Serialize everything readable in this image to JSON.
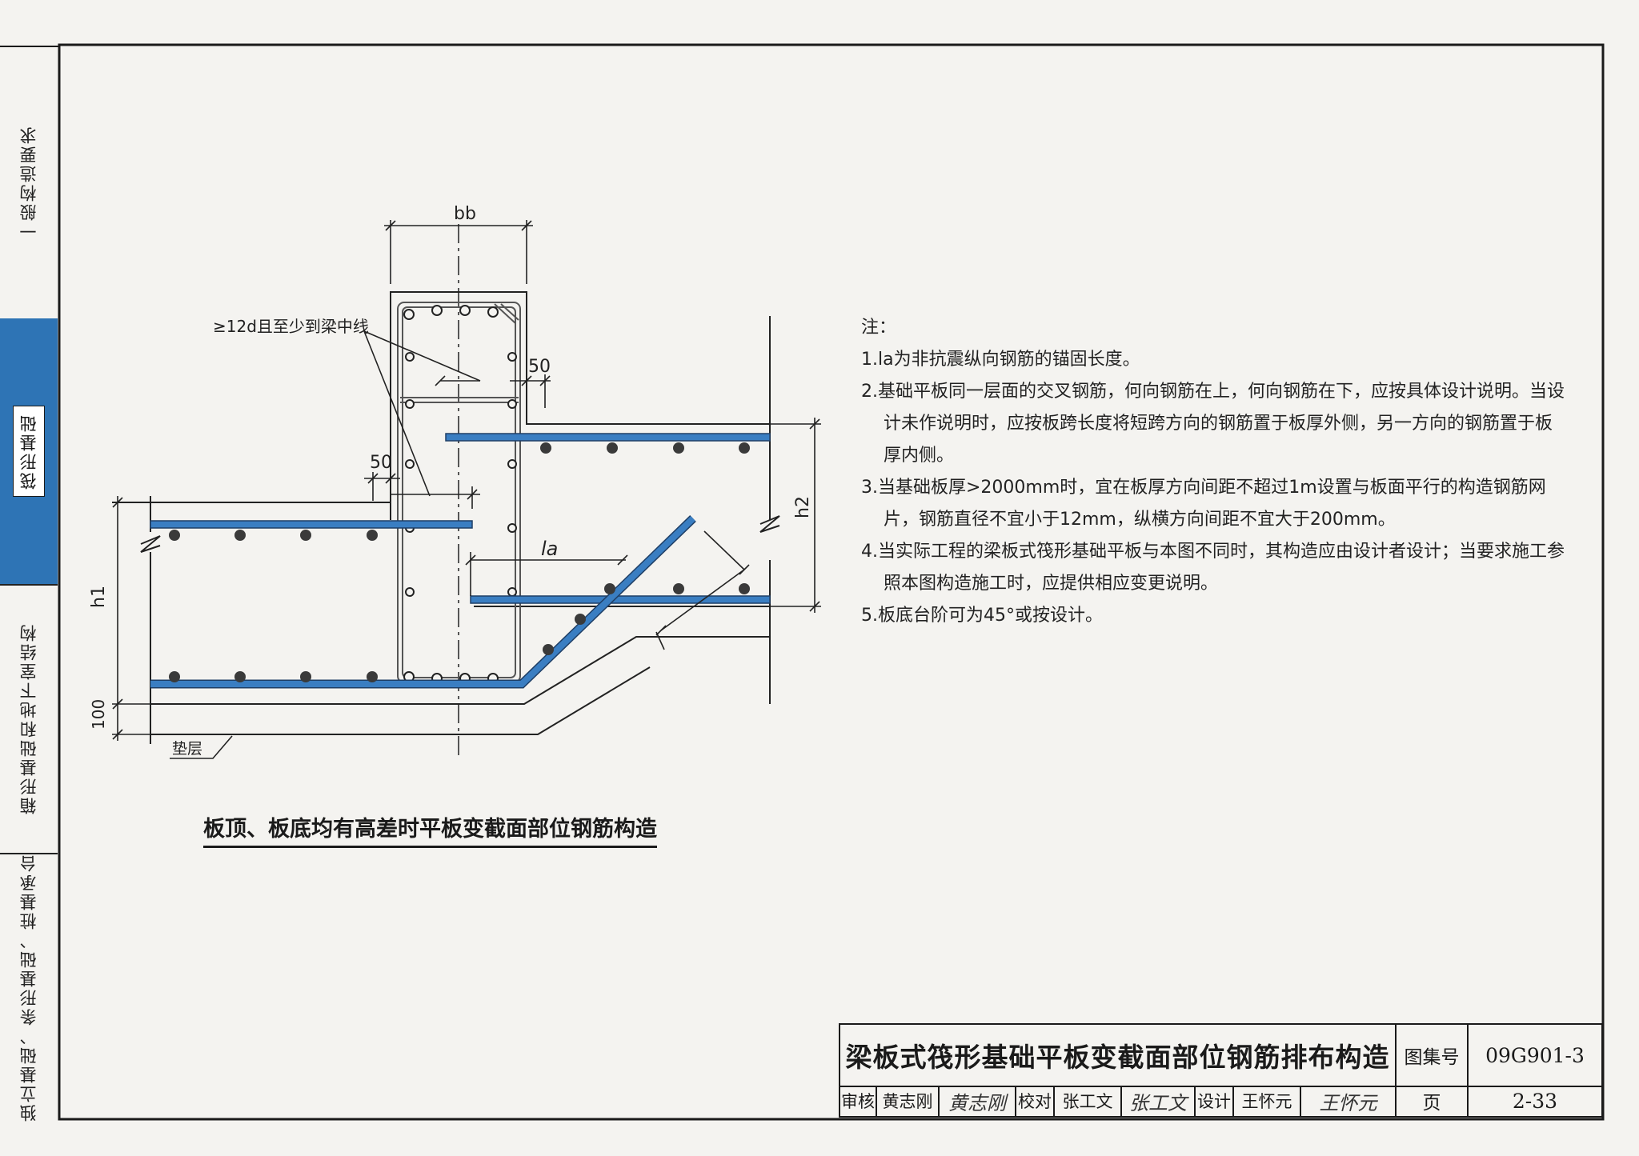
{
  "side_tabs": [
    {
      "label": "一般构造要求",
      "active": false
    },
    {
      "label": "筏形基础",
      "active": true
    },
    {
      "label": "箱形基础和地下室结构",
      "active": false
    },
    {
      "label": "独立基础、条形基础、桩基承台",
      "active": false
    }
  ],
  "drawing": {
    "caption": "板顶、板底均有高差时平板变截面部位钢筋构造",
    "labels": {
      "bb": "bb",
      "anchor_note": "≥12d且至少到梁中线",
      "dim_50_top": "50",
      "dim_50_left": "50",
      "la": "la",
      "h1": "h1",
      "h2": "h2",
      "dim_100": "100",
      "cushion": "垫层"
    }
  },
  "notes": {
    "heading": "注：",
    "items": [
      "1.la为非抗震纵向钢筋的锚固长度。",
      "2.基础平板同一层面的交叉钢筋，何向钢筋在上，何向钢筋在下，应按具体设计说明。当设计未作说明时，应按板跨长度将短跨方向的钢筋置于板厚外侧，另一方向的钢筋置于板厚内侧。",
      "3.当基础板厚>2000mm时，宜在板厚方向间距不超过1m设置与板面平行的构造钢筋网片，钢筋直径不宜小于12mm，纵横方向间距不宜大于200mm。",
      "4.当实际工程的梁板式筏形基础平板与本图不同时，其构造应由设计者设计；当要求施工参照本图构造施工时，应提供相应变更说明。",
      "5.板底台阶可为45°或按设计。"
    ]
  },
  "title_block": {
    "title": "梁板式筏形基础平板变截面部位钢筋排布构造",
    "atlas_label": "图集号",
    "atlas_no": "09G901-3",
    "review_label": "审核",
    "reviewer": "黄志刚",
    "reviewer_sig": "黄志刚",
    "check_label": "校对",
    "checker": "张工文",
    "checker_sig": "张工文",
    "design_label": "设计",
    "designer": "王怀元",
    "designer_sig": "王怀元",
    "page_label": "页",
    "page_no": "2-33"
  },
  "colors": {
    "rebar_blue": "#3a7ec2",
    "active_tab": "#2e74b5"
  }
}
